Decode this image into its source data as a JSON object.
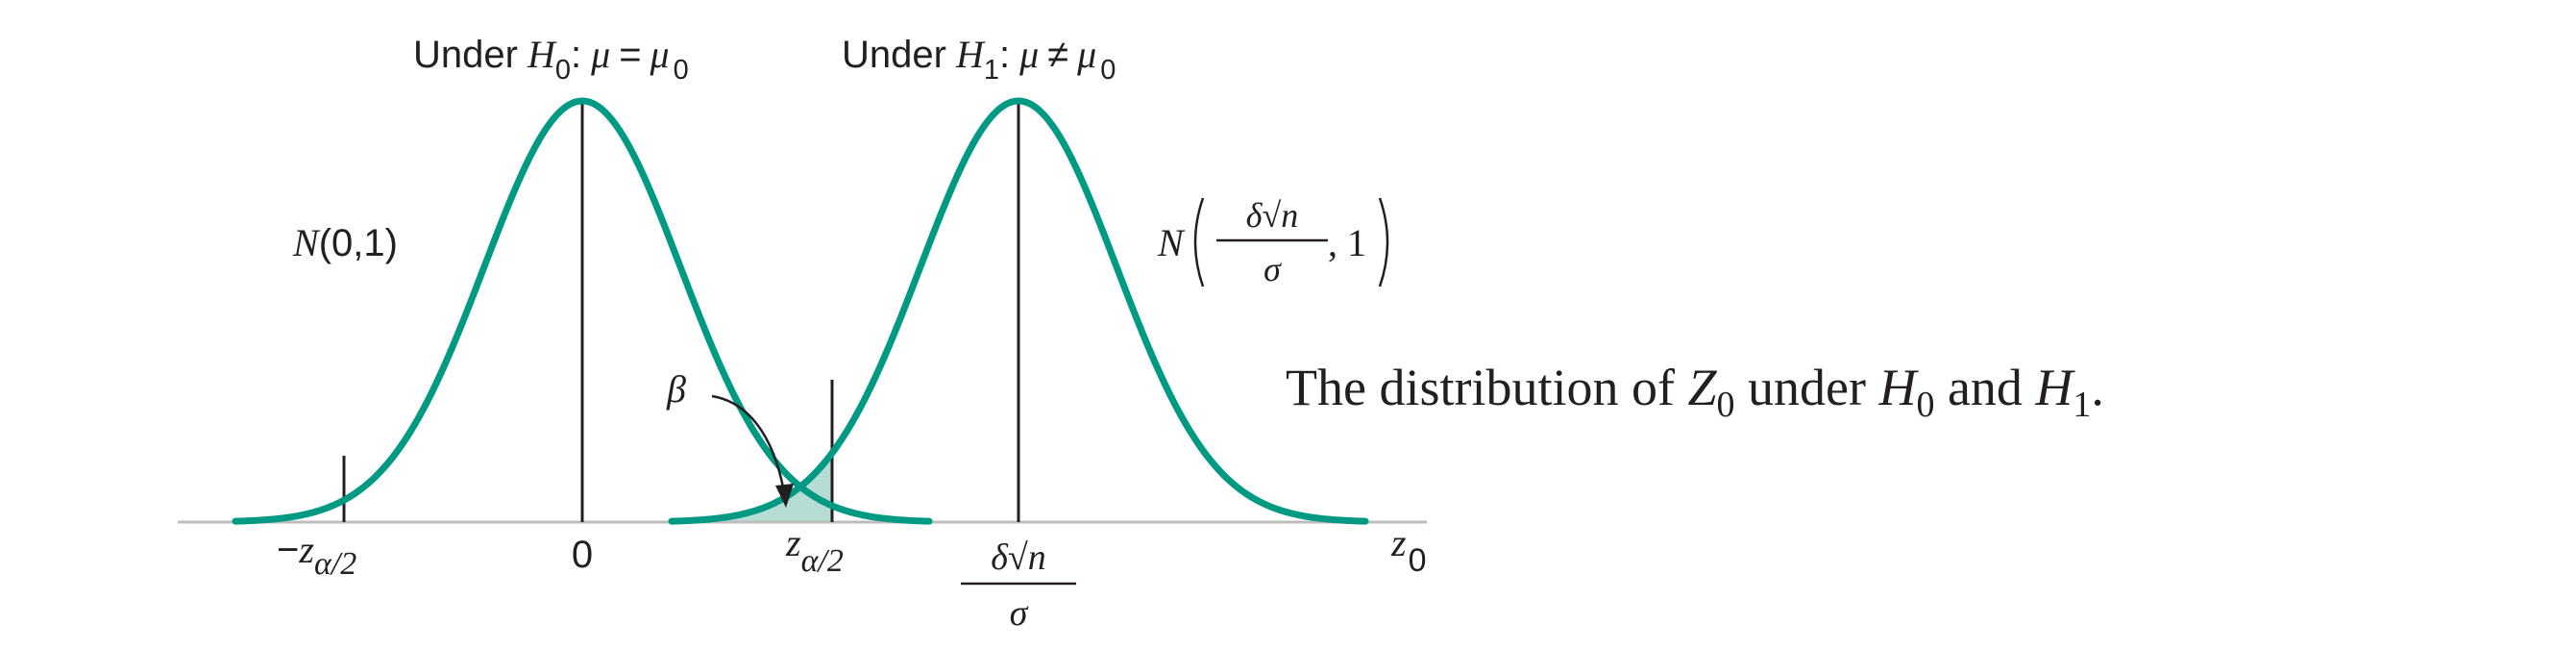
{
  "labels": {
    "h0_prefix": "Under",
    "h0_hyp": "H",
    "h0_hyp_sub": "0",
    "h0_colon": ":",
    "h0_mu": "μ",
    "h0_relation": "=",
    "h0_mu0": "μ",
    "h0_mu0_sub": "0",
    "h1_prefix": "Under",
    "h1_hyp": "H",
    "h1_hyp_sub": "1",
    "h1_colon": ":",
    "h1_mu": "μ",
    "h1_relation": "≠",
    "h1_mu0": "μ",
    "h1_mu0_sub": "0",
    "n01_N": "N",
    "n01_args": "(0,1)",
    "nshift_N": "N",
    "nshift_num": "δ√n",
    "nshift_den": "σ",
    "nshift_tail": ", 1",
    "beta": "β",
    "caption_pre": "The distribution of ",
    "caption_Z": "Z",
    "caption_Z_sub": "0",
    "caption_mid": " under ",
    "caption_H0": "H",
    "caption_H0_sub": "0",
    "caption_and": " and ",
    "caption_H1": "H",
    "caption_H1_sub": "1",
    "caption_end": "."
  },
  "axis": {
    "neg_z_minus": "−",
    "neg_z": "z",
    "neg_z_sub": "α/2",
    "zero": "0",
    "pos_z": "z",
    "pos_z_sub": "α/2",
    "shift_num": "δ√n",
    "shift_den": "σ",
    "axis_name": "z",
    "axis_name_sub": "0"
  },
  "colors": {
    "curve": "#009a84",
    "beta_fill": "#b5ddd3",
    "axis": "#bdbdbd",
    "ink": "#231f20"
  }
}
